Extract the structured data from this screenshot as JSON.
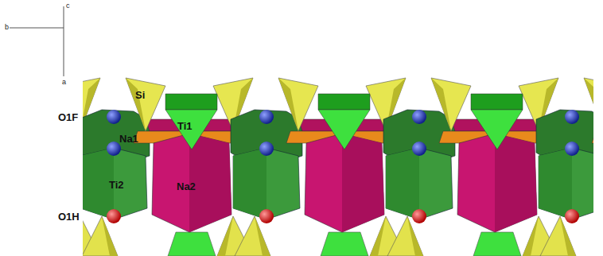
{
  "diagram": {
    "labels": [
      "c",
      "b",
      "a",
      "O1F",
      "Si",
      "Ti1",
      "Na1",
      "Ti2",
      "Na2",
      "O1H"
    ]
  }
}
